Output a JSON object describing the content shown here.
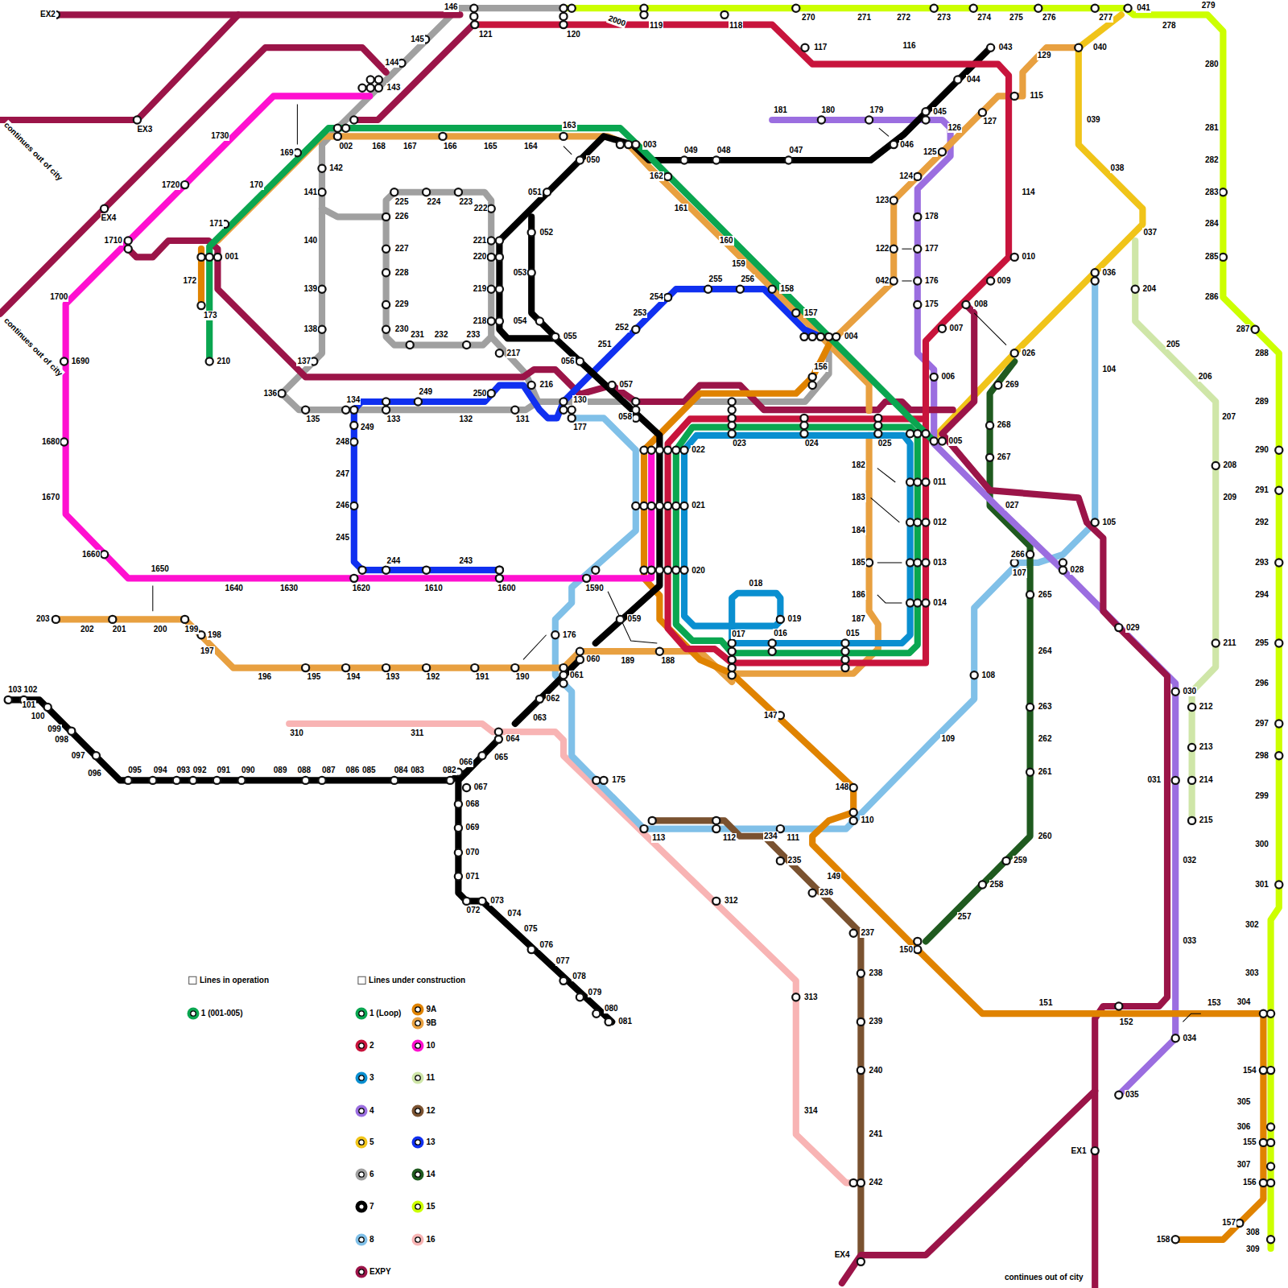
{
  "diagram": {
    "labels": [
      "EX2",
      "146",
      "121",
      "120",
      "2000",
      "119",
      "118",
      "270",
      "271",
      "272",
      "273",
      "274",
      "275",
      "276",
      "277",
      "041",
      "279",
      "278",
      "117",
      "116",
      "043",
      "044",
      "115",
      "129",
      "040",
      "145",
      "144",
      "143",
      "EX3",
      "1730",
      "169",
      "002",
      "168",
      "167",
      "166",
      "165",
      "164",
      "163",
      "003",
      "049",
      "048",
      "047",
      "050",
      "162",
      "181",
      "180",
      "179",
      "045",
      "046",
      "126",
      "127",
      "125",
      "039",
      "038",
      "114",
      "124",
      "123",
      "178",
      "122",
      "177",
      "042",
      "176",
      "175",
      "010",
      "009",
      "008",
      "007",
      "037",
      "036",
      "204",
      "205",
      "206",
      "026",
      "006",
      "269",
      "104",
      "207",
      "005",
      "268",
      "267",
      "208",
      "209",
      "011",
      "027",
      "012",
      "013",
      "014",
      "105",
      "266",
      "107",
      "028",
      "265",
      "264",
      "029",
      "211",
      "263",
      "262",
      "261",
      "108",
      "109",
      "030",
      "212",
      "213",
      "031",
      "214",
      "215",
      "260",
      "032",
      "259",
      "258",
      "257",
      "033",
      "150",
      "151",
      "152",
      "153",
      "034",
      "035",
      "EX1",
      "280",
      "281",
      "282",
      "283",
      "284",
      "285",
      "286",
      "287",
      "288",
      "289",
      "290",
      "291",
      "292",
      "293",
      "294",
      "295",
      "296",
      "297",
      "298",
      "299",
      "300",
      "301",
      "302",
      "303",
      "304",
      "305",
      "306",
      "307",
      "308",
      "309",
      "154",
      "155",
      "156",
      "157",
      "158",
      "234",
      "111",
      "113",
      "112",
      "110",
      "148",
      "149",
      "235",
      "236",
      "237",
      "238",
      "239",
      "240",
      "241",
      "242",
      "EX4",
      "continues out of city",
      "313",
      "314",
      "312",
      "147",
      "EX4",
      "1720",
      "170",
      "171",
      "1710",
      "172",
      "001",
      "173",
      "210",
      "1700",
      "1690",
      "1680",
      "1670",
      "1660",
      "1650",
      "1640",
      "1630",
      "1620",
      "1610",
      "1600",
      "1590",
      "continues out of city",
      "continues out of city",
      "203",
      "202",
      "201",
      "200",
      "199",
      "198",
      "197",
      "196",
      "195",
      "194",
      "193",
      "192",
      "191",
      "190",
      "176",
      "060",
      "061",
      "189",
      "188",
      "059",
      "062",
      "063",
      "064",
      "065",
      "066",
      "067",
      "068",
      "069",
      "070",
      "071",
      "072",
      "073",
      "074",
      "075",
      "076",
      "077",
      "078",
      "079",
      "080",
      "081",
      "175",
      "103",
      "102",
      "101",
      "100",
      "099",
      "098",
      "097",
      "096",
      "095",
      "094",
      "093",
      "092",
      "091",
      "090",
      "089",
      "088",
      "087",
      "086",
      "085",
      "084",
      "083",
      "082",
      "310",
      "311",
      "137",
      "136",
      "135",
      "134",
      "138",
      "139",
      "140",
      "141",
      "142",
      "225",
      "224",
      "223",
      "222",
      "226",
      "227",
      "228",
      "229",
      "230",
      "231",
      "232",
      "233",
      "221",
      "220",
      "219",
      "218",
      "217",
      "051",
      "052",
      "053",
      "054",
      "055",
      "056",
      "057",
      "130",
      "177",
      "058",
      "216",
      "133",
      "132",
      "131",
      "249",
      "250",
      "249",
      "248",
      "247",
      "246",
      "245",
      "244",
      "243",
      "251",
      "252",
      "253",
      "254",
      "255",
      "256",
      "158",
      "157",
      "159",
      "160",
      "161",
      "004",
      "156",
      "023",
      "024",
      "025",
      "022",
      "021",
      "020",
      "182",
      "183",
      "184",
      "185",
      "186",
      "187",
      "018",
      "019",
      "017",
      "016",
      "015",
      "Lines in operation",
      "Lines under construction"
    ],
    "legend": [
      {
        "text": "1 (001-005)",
        "color": "#0aa650"
      },
      {
        "text": "1 (Loop)",
        "color": "#0aa650"
      },
      {
        "text": "2",
        "color": "#c8143c"
      },
      {
        "text": "3",
        "color": "#0a8fd0"
      },
      {
        "text": "4",
        "color": "#9b6ee0"
      },
      {
        "text": "5",
        "color": "#f0c419"
      },
      {
        "text": "6",
        "color": "#a0a0a0"
      },
      {
        "text": "7",
        "color": "#000000"
      },
      {
        "text": "8",
        "color": "#80c0e8"
      },
      {
        "text": "EXPY",
        "color": "#9b1448"
      },
      {
        "text": "9A",
        "color": "#e08300"
      },
      {
        "text": "9B",
        "color": "#e8a040"
      },
      {
        "text": "10",
        "color": "#ff10d0"
      },
      {
        "text": "11",
        "color": "#cfe6a8"
      },
      {
        "text": "12",
        "color": "#7a5230"
      },
      {
        "text": "13",
        "color": "#1030f0"
      },
      {
        "text": "14",
        "color": "#1f5a1f"
      },
      {
        "text": "15",
        "color": "#ccff00"
      },
      {
        "text": "16",
        "color": "#f8b4b4"
      }
    ]
  }
}
